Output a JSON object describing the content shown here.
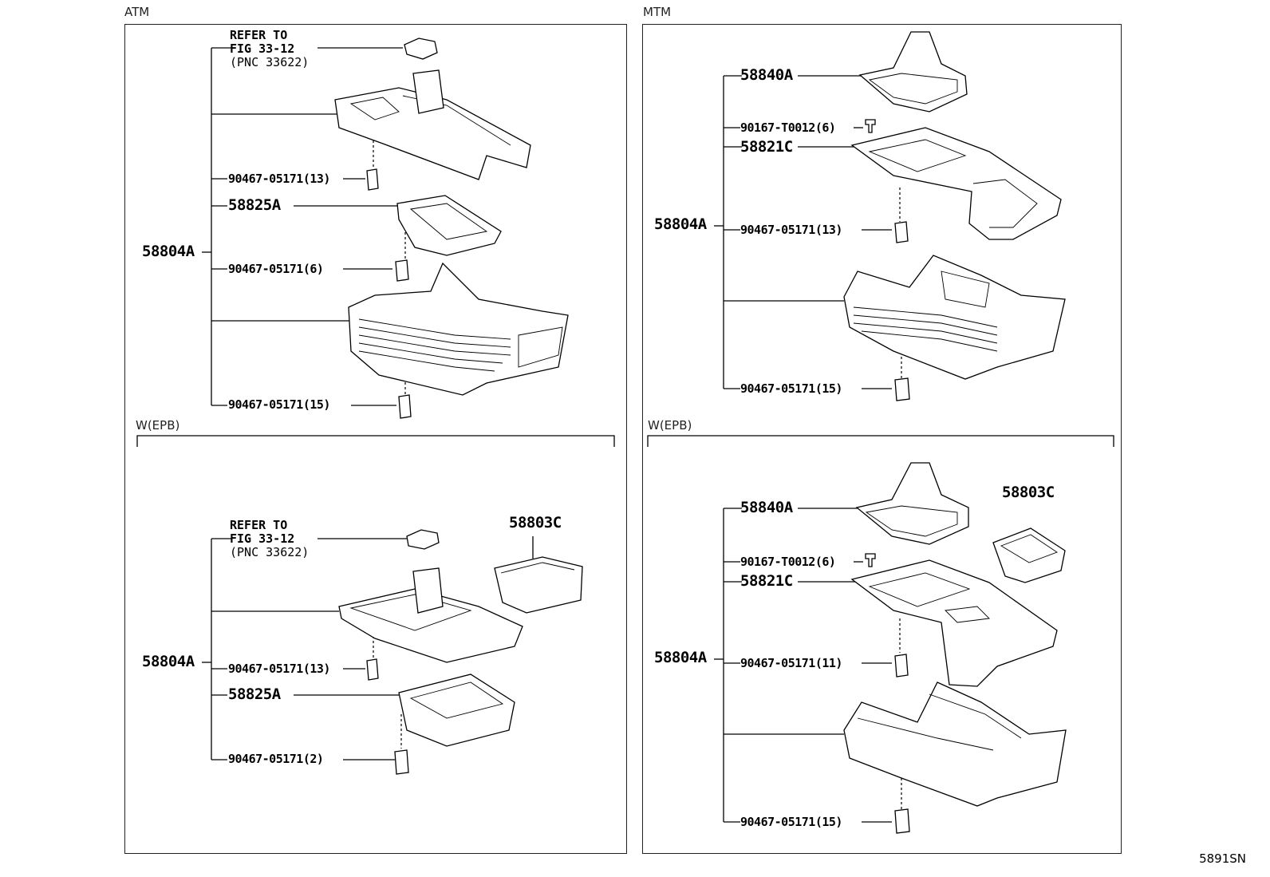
{
  "figure_id": "5891SN",
  "panels": {
    "atm": {
      "label": "ATM",
      "refer": {
        "line1": "REFER TO",
        "line2": "FIG 33-12",
        "line3": "(PNC 33622)"
      },
      "assembly": "58804A",
      "parts": [
        "90467-05171(13)",
        "58825A",
        "90467-05171(6)",
        "90467-05171(15)"
      ]
    },
    "atm_epb": {
      "label": "W(EPB)",
      "refer": {
        "line1": "REFER TO",
        "line2": "FIG 33-12",
        "line3": "(PNC 33622)"
      },
      "assembly": "58804A",
      "parts": [
        "90467-05171(13)",
        "58825A",
        "90467-05171(2)"
      ],
      "extra": "58803C"
    },
    "mtm": {
      "label": "MTM",
      "assembly": "58804A",
      "parts": [
        "58840A",
        "90167-T0012(6)",
        "58821C",
        "90467-05171(13)",
        "90467-05171(15)"
      ]
    },
    "mtm_epb": {
      "label": "W(EPB)",
      "assembly": "58804A",
      "parts": [
        "58840A",
        "90167-T0012(6)",
        "58821C",
        "90467-05171(11)",
        "90467-05171(15)"
      ],
      "extra": "58803C"
    }
  }
}
